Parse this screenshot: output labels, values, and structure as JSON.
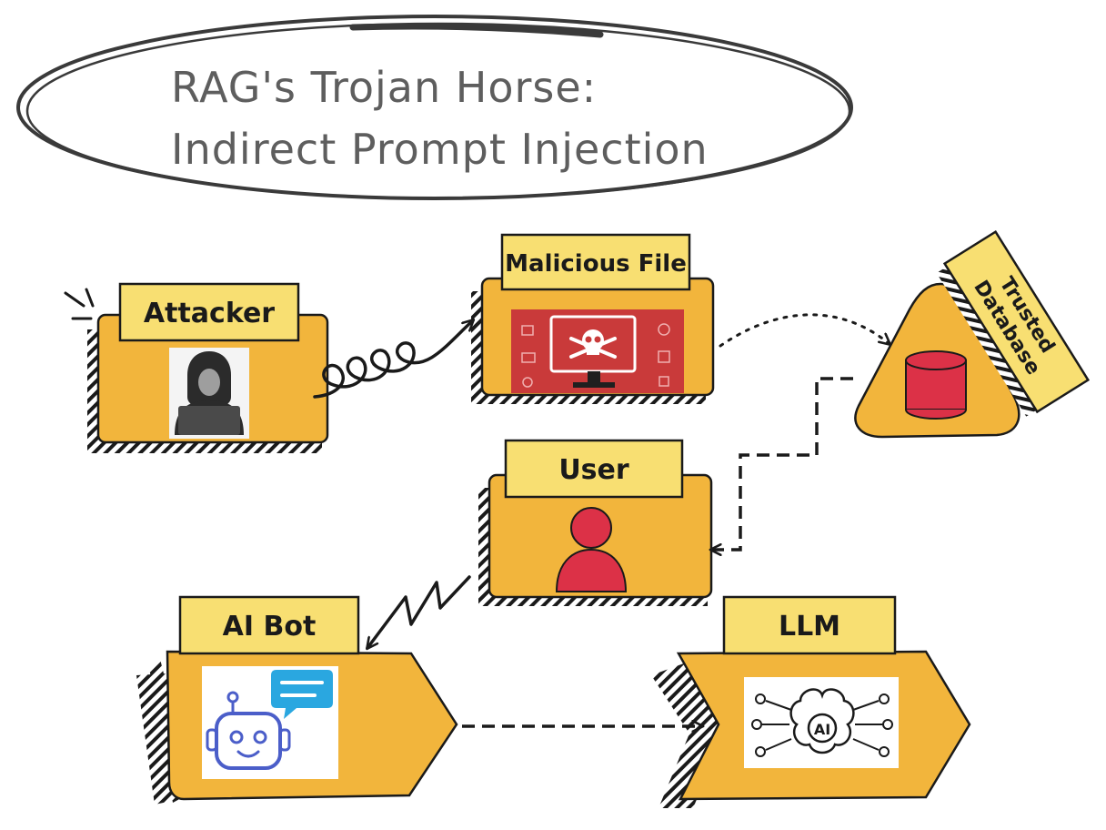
{
  "title": {
    "line1": "RAG's Trojan Horse:",
    "line2": "Indirect Prompt Injection"
  },
  "nodes": {
    "attacker": {
      "label": "Attacker"
    },
    "malicious_file": {
      "label": "Malicious File"
    },
    "trusted_database": {
      "label_line1": "Trusted",
      "label_line2": "Database"
    },
    "user": {
      "label": "User"
    },
    "ai_bot": {
      "label": "AI Bot"
    },
    "llm": {
      "label": "LLM",
      "chip_text": "AI"
    }
  },
  "colors": {
    "box_fill": "#f2b53c",
    "label_fill": "#f8df72",
    "accent_red": "#dc3147",
    "screen_red": "#c93a3a",
    "chat_blue": "#2aa7e0",
    "robot_outline": "#4b5ec9",
    "ink": "#1a1a1a"
  },
  "icons": [
    "hacker-icon",
    "skull-monitor-icon",
    "database-icon",
    "user-icon",
    "robot-chat-icon",
    "brain-ai-icon"
  ]
}
